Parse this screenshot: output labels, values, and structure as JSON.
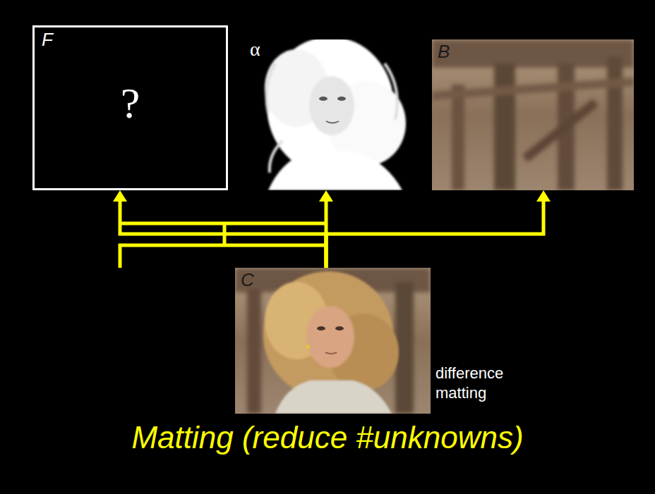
{
  "diagram": {
    "caption": "Matting (reduce #unknowns)",
    "nodes": [
      {
        "text": [
          "F",
          "?"
        ]
      },
      {
        "text": [
          "α"
        ]
      },
      {
        "text": [
          "B"
        ]
      },
      {
        "text": [
          "C"
        ]
      }
    ],
    "edges": [
      {
        "from": 3,
        "to": 0,
        "arrow": "to"
      },
      {
        "from": 3,
        "to": 1,
        "arrow": "to"
      },
      {
        "from": 3,
        "to": 2,
        "arrow": "to"
      }
    ],
    "labels": [
      "difference matting"
    ]
  }
}
